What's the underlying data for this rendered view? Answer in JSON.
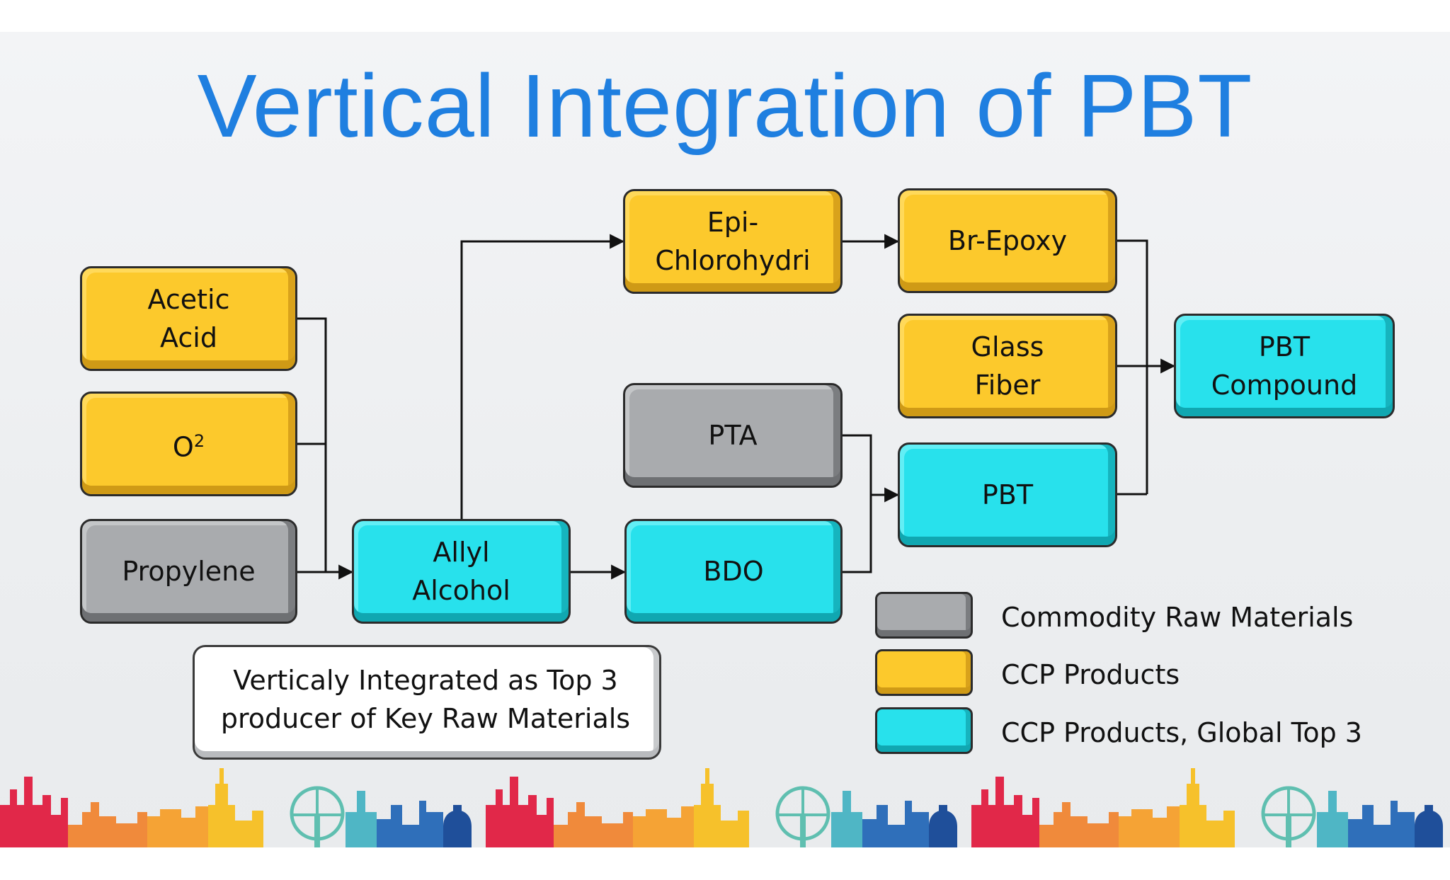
{
  "title": "Vertical Integration of PBT",
  "nodes": {
    "acetic_acid": "Acetic Acid",
    "o2": "O",
    "o2_sup": "2",
    "propylene": "Propylene",
    "allyl_alcohol": "Allyl Alcohol",
    "epichlorohydrin": "Epi- Chlorohydri",
    "bdo": "BDO",
    "pta": "PTA",
    "br_epoxy": "Br-Epoxy",
    "glass_fiber": "Glass Fiber",
    "pbt": "PBT",
    "pbt_compound": "PBT Compound"
  },
  "note": "Verticaly Integrated as Top 3 producer of Key Raw Materials",
  "legend": [
    {
      "label": "Commodity Raw Materials",
      "color": "#a9abae"
    },
    {
      "label": "CCP Products",
      "color": "#fcc92c"
    },
    {
      "label": "CCP Products, Global Top 3",
      "color": "#28e1ec"
    }
  ],
  "colors": {
    "title": "#1f7fe0",
    "ccp_products": "#fcc92c",
    "commodity": "#a9abae",
    "global_top3": "#28e1ec"
  }
}
